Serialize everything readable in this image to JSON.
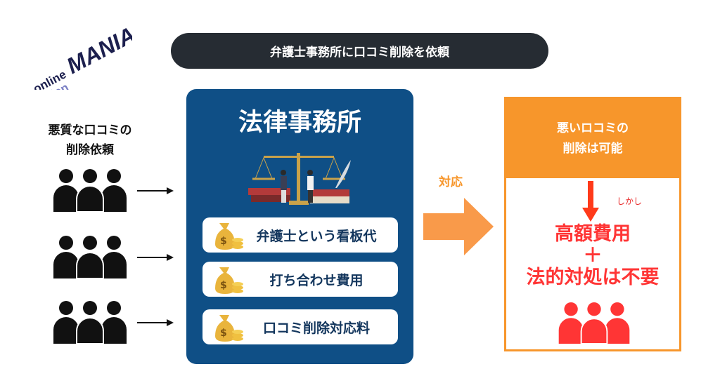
{
  "logo": {
    "line1": "online",
    "line2": "salon",
    "brand": "MANIA"
  },
  "title": "弁護士事務所に口コミ削除を依頼",
  "requester": {
    "line1": "悪質な口コミの",
    "line2": "削除依頼"
  },
  "law_firm": {
    "title": "法律事務所",
    "costs": [
      "弁護士という看板代",
      "打ち合わせ費用",
      "口コミ削除対応料"
    ]
  },
  "response_label": "対応",
  "result": {
    "head_line1": "悪いロコミの",
    "head_line2": "削除は可能",
    "however": "しかし",
    "line1": "高額費用",
    "plus": "＋",
    "line2": "法的対処は不要"
  },
  "colors": {
    "navy": "#0f4f86",
    "orange": "#f7962b",
    "red": "#ff3535",
    "dark": "#262c33"
  }
}
